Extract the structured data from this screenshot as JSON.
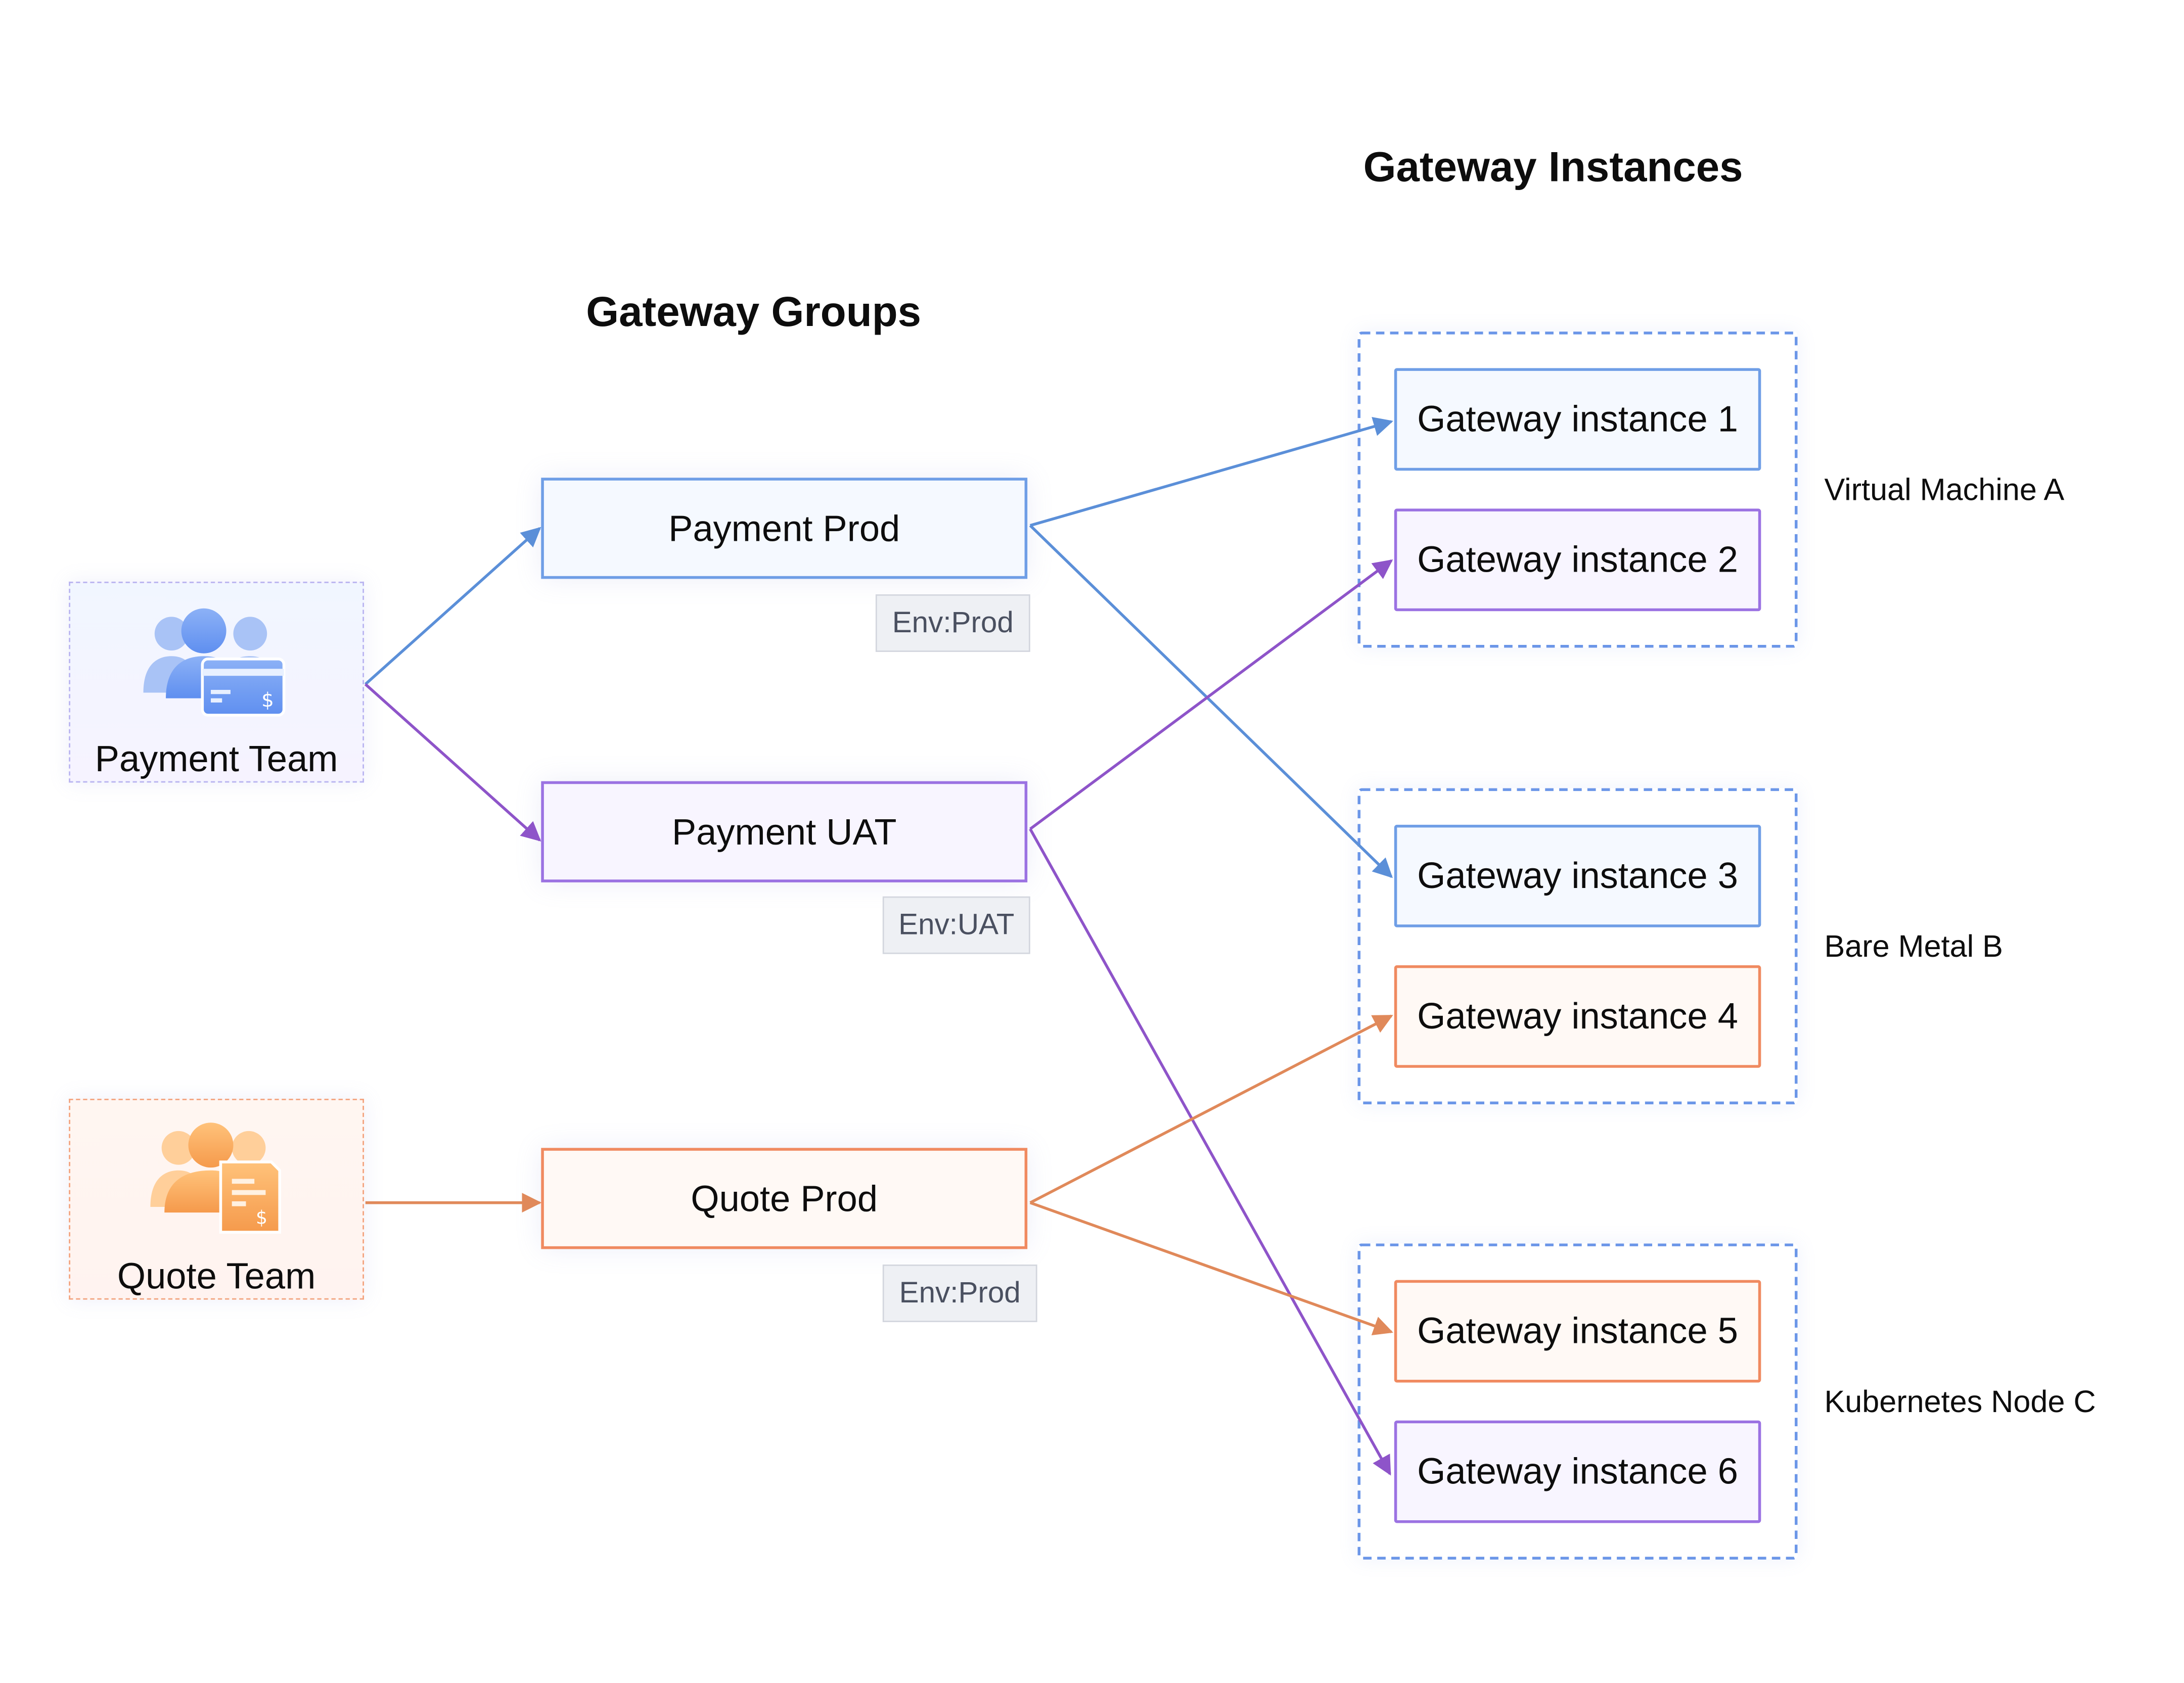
{
  "headings": {
    "groups": "Gateway Groups",
    "instances": "Gateway Instances"
  },
  "teams": [
    {
      "label": "Payment Team",
      "icon": "payment-team-icon",
      "color": "#6f9ee6"
    },
    {
      "label": "Quote Team",
      "icon": "quote-team-icon",
      "color": "#f5a254"
    }
  ],
  "groups": [
    {
      "label": "Payment Prod",
      "tag": "Env:Prod",
      "color": "#5b8fd8"
    },
    {
      "label": "Payment UAT",
      "tag": "Env:UAT",
      "color": "#8e54c9"
    },
    {
      "label": "Quote Prod",
      "tag": "Env:Prod",
      "color": "#e0895a"
    }
  ],
  "hosts": [
    {
      "label": "Virtual Machine A",
      "instances": [
        "Gateway instance 1",
        "Gateway instance 2"
      ]
    },
    {
      "label": "Bare Metal B",
      "instances": [
        "Gateway instance 3",
        "Gateway instance 4"
      ]
    },
    {
      "label": "Kubernetes Node C",
      "instances": [
        "Gateway instance 5",
        "Gateway instance 6"
      ]
    }
  ],
  "links": [
    {
      "from": "Payment Team",
      "to": "Payment Prod"
    },
    {
      "from": "Payment Team",
      "to": "Payment UAT"
    },
    {
      "from": "Quote Team",
      "to": "Quote Prod"
    },
    {
      "from": "Payment Prod",
      "to": "Gateway instance 1"
    },
    {
      "from": "Payment Prod",
      "to": "Gateway instance 3"
    },
    {
      "from": "Payment UAT",
      "to": "Gateway instance 2"
    },
    {
      "from": "Payment UAT",
      "to": "Gateway instance 6"
    },
    {
      "from": "Quote Prod",
      "to": "Gateway instance 4"
    },
    {
      "from": "Quote Prod",
      "to": "Gateway instance 5"
    }
  ]
}
